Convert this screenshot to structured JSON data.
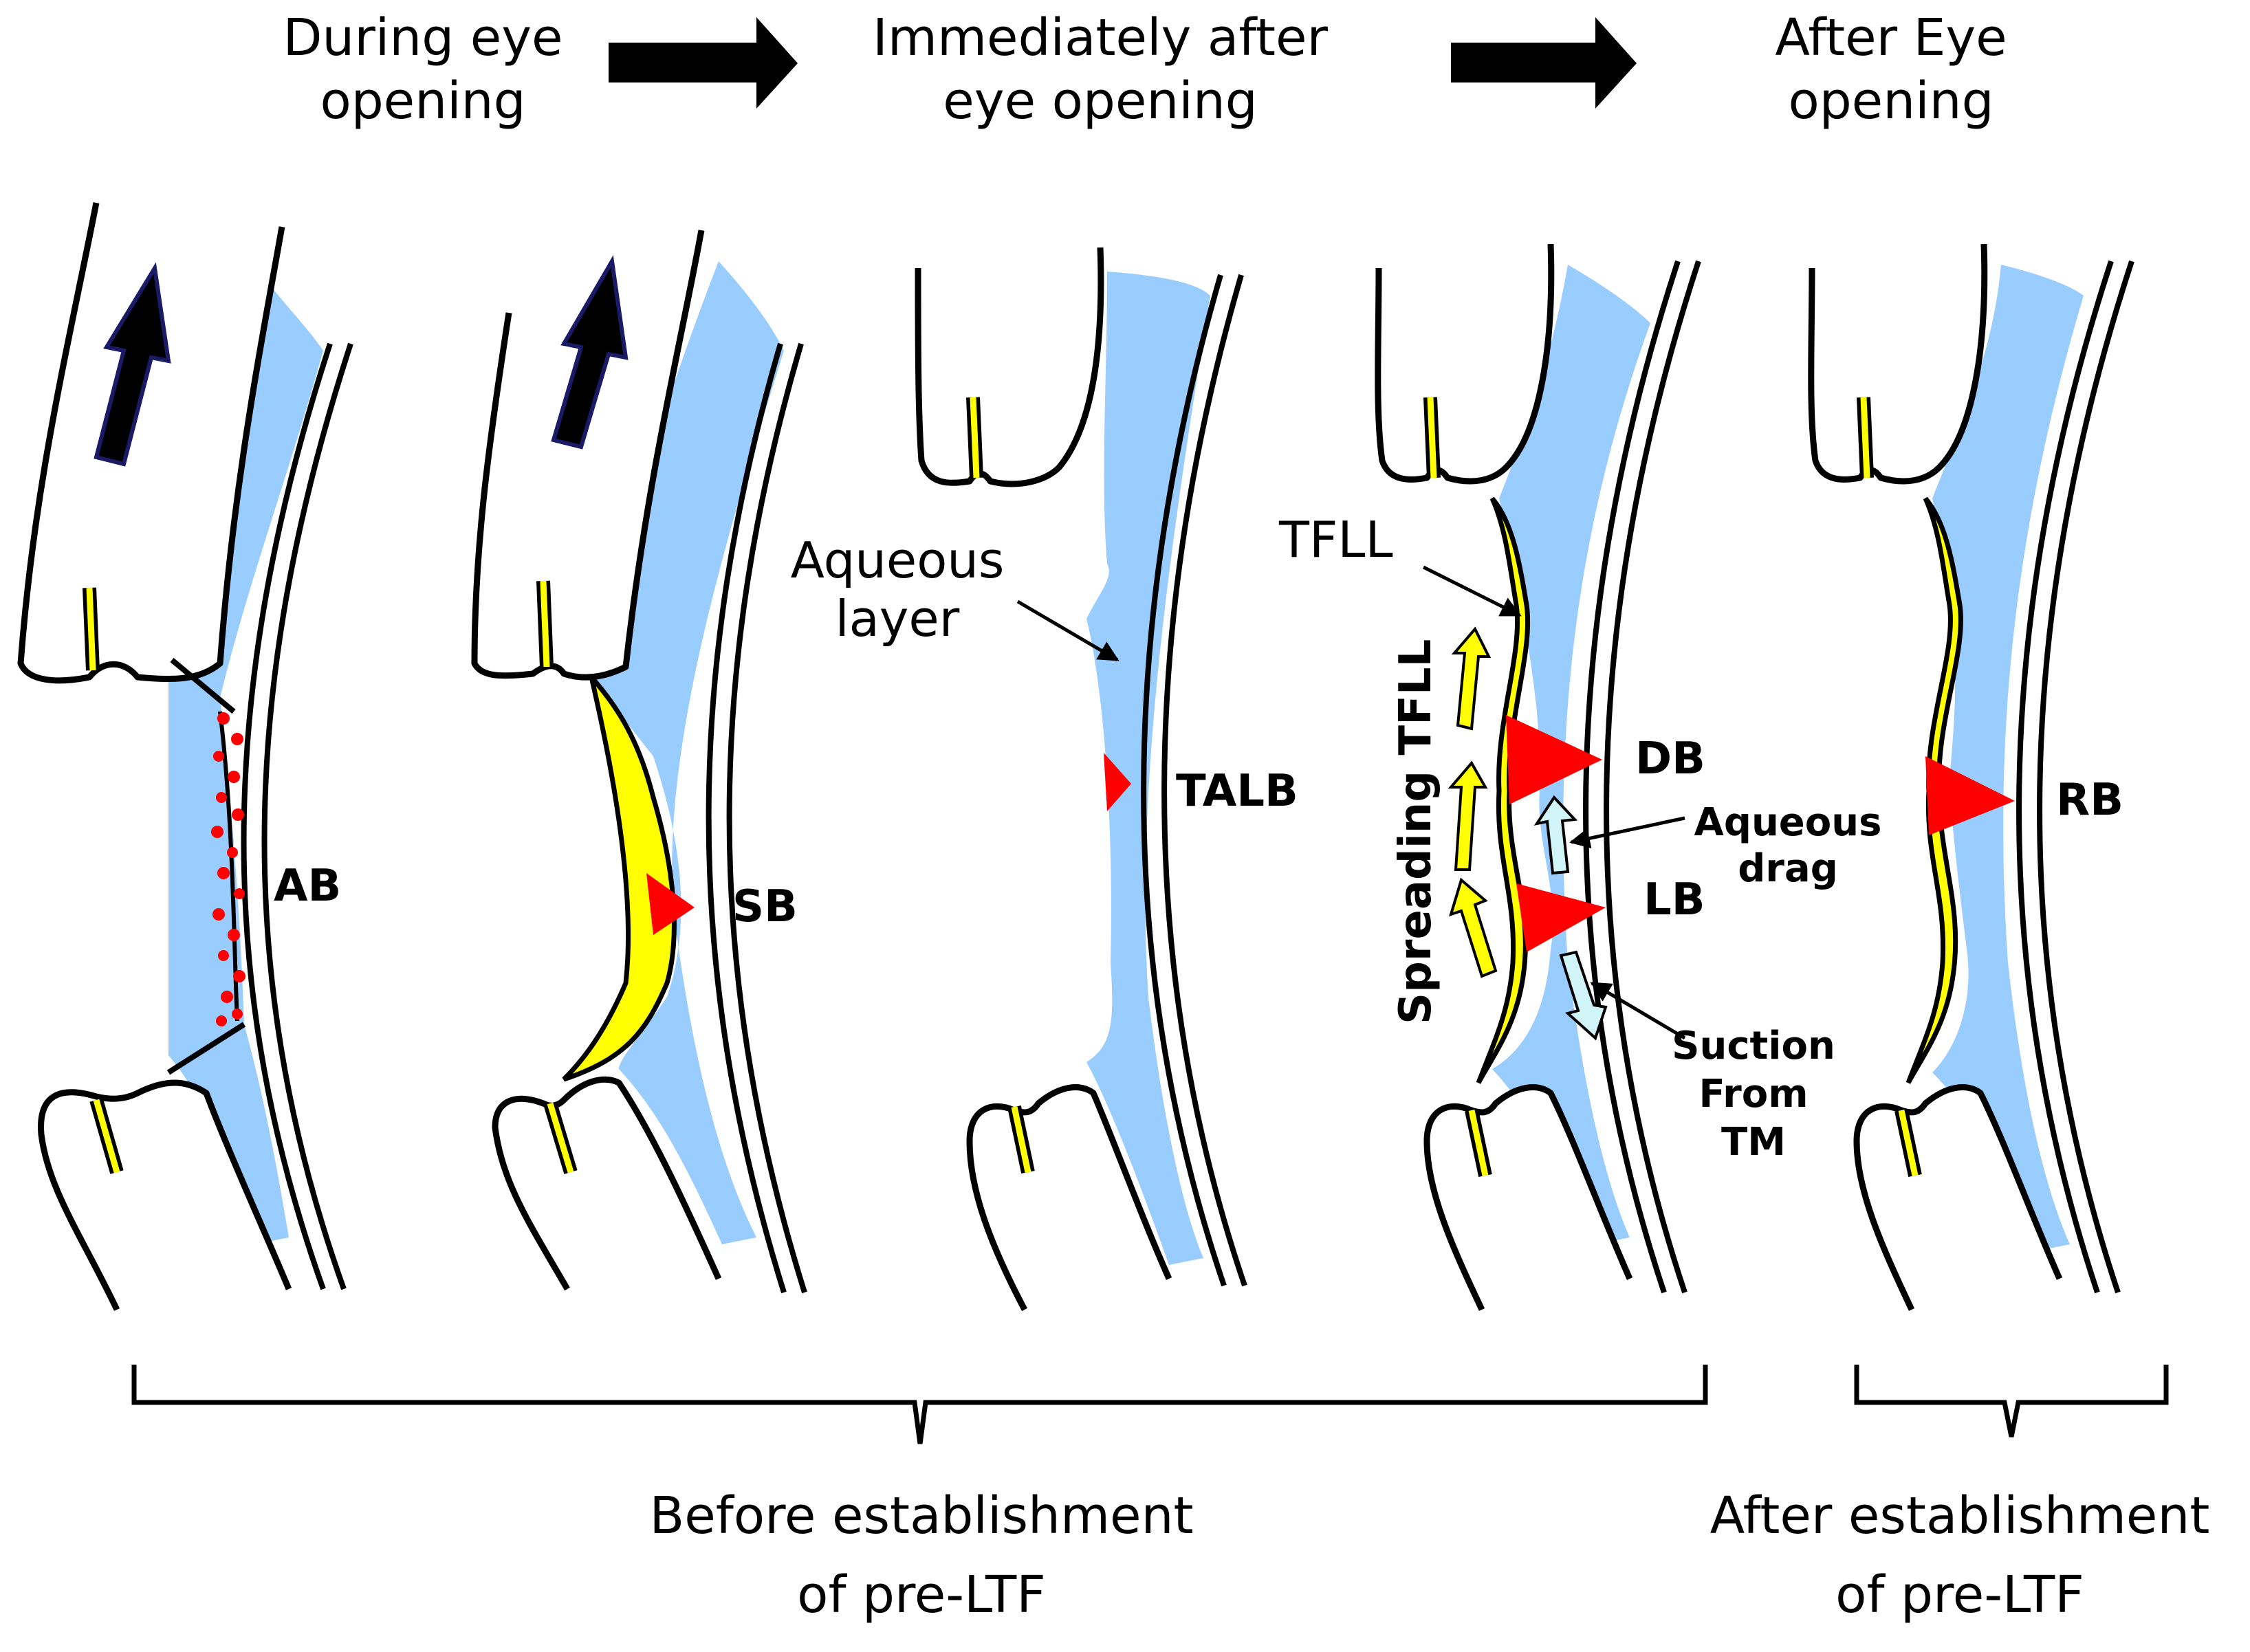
{
  "headers": {
    "stage1": [
      "During eye",
      "opening"
    ],
    "stage2": [
      "Immediately after",
      "eye opening"
    ],
    "stage3": [
      "After Eye",
      "opening"
    ]
  },
  "labels": {
    "ab": "AB",
    "sb": "SB",
    "talb": "TALB",
    "db": "DB",
    "lb": "LB",
    "rb": "RB"
  },
  "annotations": {
    "aqueous_layer": [
      "Aqueous",
      "layer"
    ],
    "tfll": "TFLL",
    "spreading_tfll": "Spreading TFLL",
    "aqueous_drag": [
      "Aqueous",
      "drag"
    ],
    "suction": [
      "Suction",
      "From",
      "TM"
    ]
  },
  "footer": {
    "before": [
      "Before establishment",
      "of pre-LTF"
    ],
    "after": [
      "After establishment",
      "of pre-LTF"
    ]
  },
  "colors": {
    "aqueous": "#99ccff",
    "lipid": "#ffff00",
    "boundary": "#ff0000",
    "arrow": "#000000"
  }
}
